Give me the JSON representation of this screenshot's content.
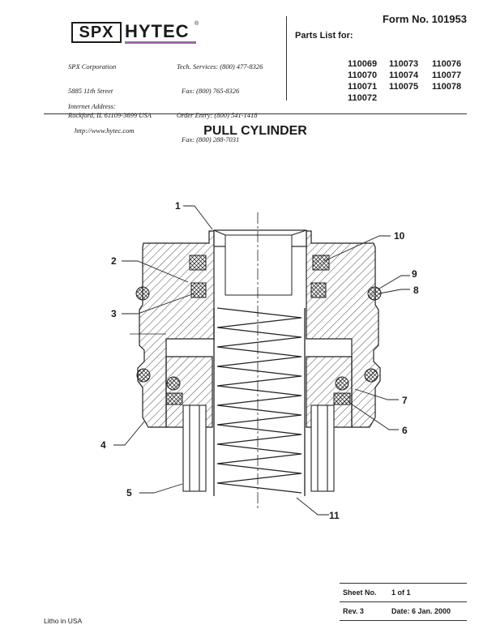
{
  "header": {
    "logo": {
      "left": "SPX",
      "right": "HYTEC",
      "reg": "®"
    },
    "company": {
      "name": "SPX Corporation",
      "street": "5885 11th Street",
      "city": "Rockford, IL 61109-3699 USA"
    },
    "contacts": {
      "tech_services": "Tech. Services: (800) 477-8326",
      "tech_fax": "Fax: (800) 765-8326",
      "order_entry": "Order Entry: (800) 541-1418",
      "order_fax": "Fax: (800) 288-7031"
    },
    "internet": {
      "label": "Internet Address:",
      "url": "http://www.hytec.com"
    },
    "form_no": "Form No. 101953",
    "parts_list_label": "Parts List for:",
    "part_numbers": [
      "110069",
      "110073",
      "110076",
      "110070",
      "110074",
      "110077",
      "110071",
      "110075",
      "110078",
      "110072"
    ]
  },
  "title": "PULL CYLINDER",
  "callouts": [
    "1",
    "2",
    "3",
    "4",
    "5",
    "6",
    "7",
    "8",
    "9",
    "10",
    "11"
  ],
  "sheet": {
    "sheet_label": "Sheet No.",
    "sheet_value": "1 of 1",
    "rev_label": "Rev. 3",
    "date_label": "Date: 6 Jan. 2000"
  },
  "footer": {
    "litho": "Litho in USA"
  }
}
